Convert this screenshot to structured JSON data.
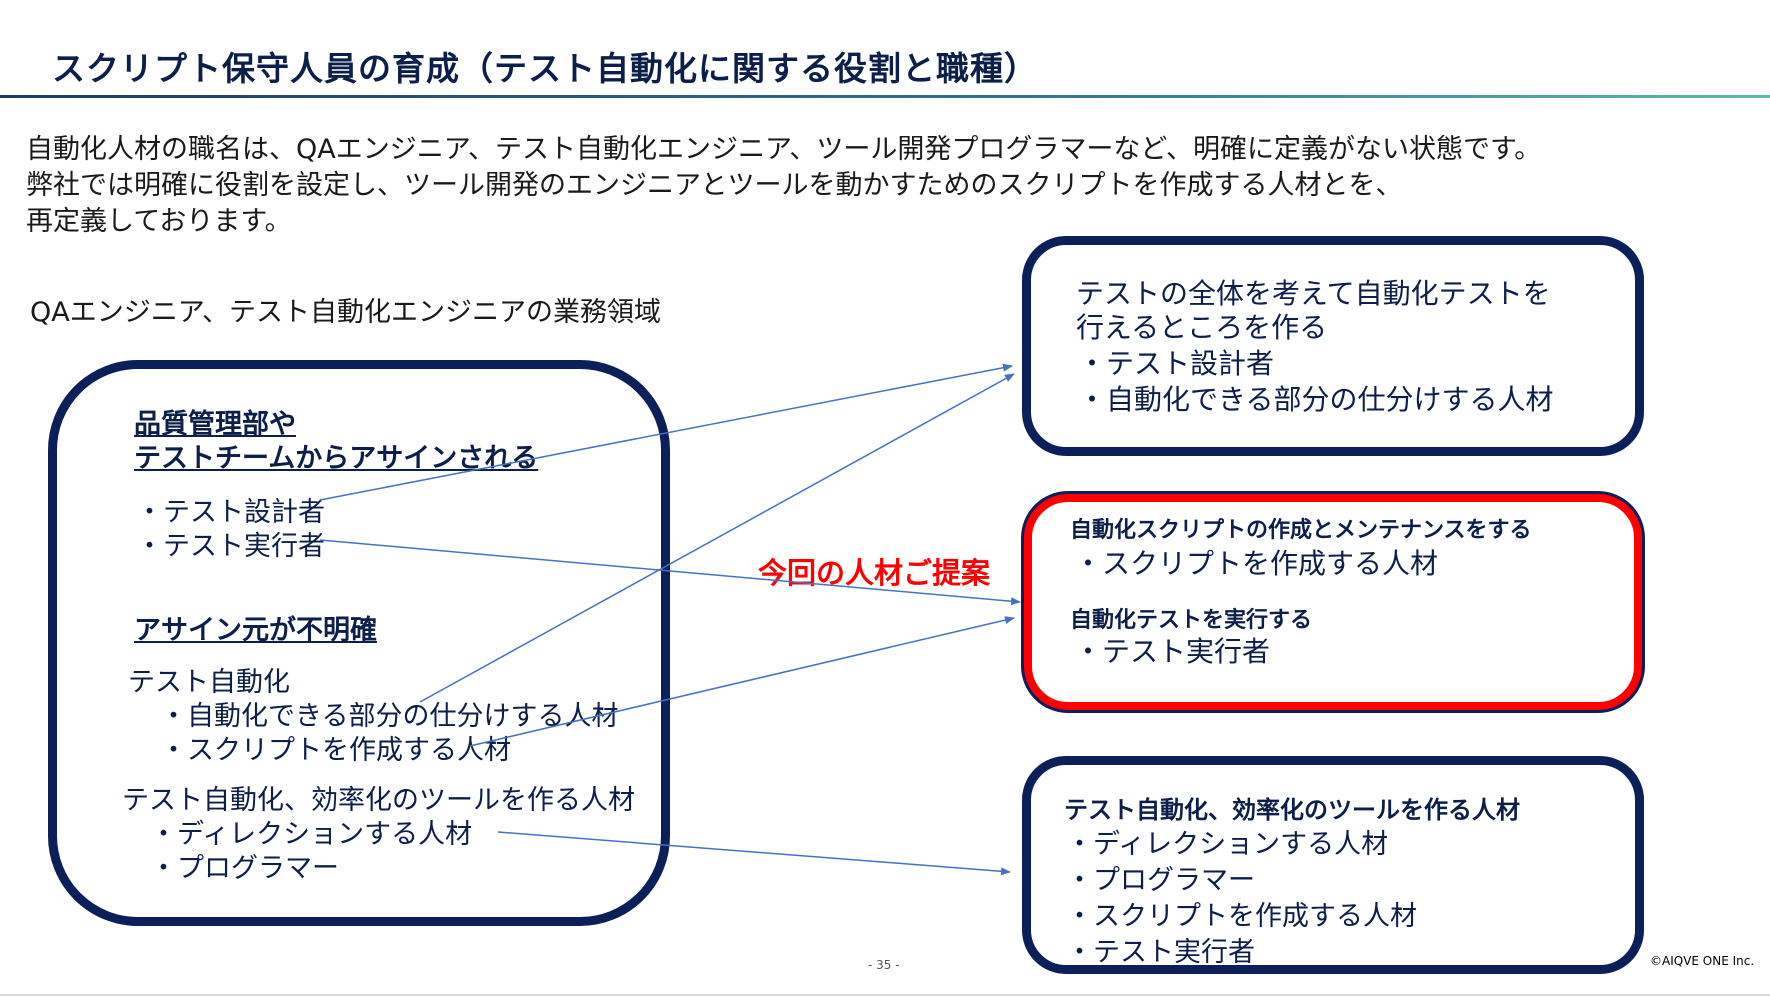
{
  "header": {
    "title": "スクリプト保守人員の育成（テスト自動化に関する役割と職種）"
  },
  "intro": {
    "lines": [
      "自動化人材の職名は、QAエンジニア、テスト自動化エンジニア、ツール開発プログラマーなど、明確に定義がない状態です。",
      "弊社では明確に役割を設定し、ツール開発のエンジニアとツールを動かすためのスクリプトを作成する人材とを、",
      "再定義しております。"
    ]
  },
  "section_label": "QAエンジニア、テスト自動化エンジニアの業務領域",
  "left_box": {
    "group1_title_1": "品質管理部や",
    "group1_title_2": "テストチームからアサインされる",
    "group1_items": [
      "・テスト設計者",
      "・テスト実行者"
    ],
    "group2_title": "アサイン元が不明確",
    "group2_sub": "テスト自動化",
    "group2_items": [
      "・自動化できる部分の仕分けする人材",
      "・スクリプトを作成する人材"
    ],
    "group3_title": "テスト自動化、効率化のツールを作る人材",
    "group3_items": [
      "・ディレクションする人材",
      "・プログラマー"
    ]
  },
  "right_box_1": {
    "line1": "テストの全体を考えて自動化テストを",
    "line2": "行えるところを作る",
    "items": [
      "・テスト設計者",
      "・自動化できる部分の仕分けする人材"
    ]
  },
  "right_box_2": {
    "heading1": "自動化スクリプトの作成とメンテナンスをする",
    "item1": "・スクリプトを作成する人材",
    "heading2": "自動化テストを実行する",
    "item2": "・テスト実行者"
  },
  "right_box_3": {
    "heading": "テスト自動化、効率化のツールを作る人材",
    "items": [
      "・ディレクションする人材",
      "・プログラマー",
      "・スクリプトを作成する人材",
      "・テスト実行者"
    ]
  },
  "proposal_label": "今回の人材ご提案",
  "footer": {
    "page_number": "- 35 -",
    "copyright": "©AIQVE ONE Inc."
  },
  "colors": {
    "navy": "#0b1f5a",
    "red": "#ff0000",
    "arrow": "#4472c4"
  }
}
